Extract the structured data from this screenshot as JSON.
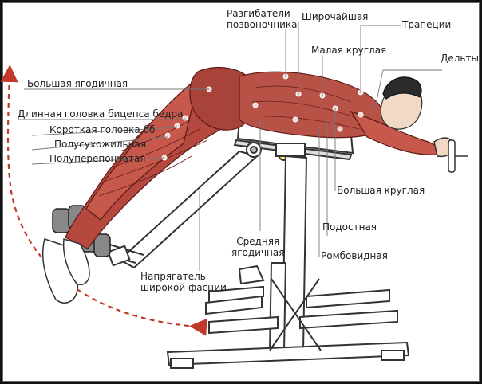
{
  "labels": {
    "erector": "Разгибатели\nпозвоночника",
    "latissimus": "Широчайшая",
    "trapezius": "Трапеции",
    "teres_minor": "Малая круглая",
    "deltoids": "Дельты",
    "gluteus_maximus": "Большая ягодичная",
    "biceps_long": "Длинная головка бицепса бедра",
    "biceps_short": "Короткая головка бб",
    "semitendinosus": "Полусухожильная",
    "semimembranosus": "Полуперепончатая",
    "teres_major": "Большая круглая",
    "infraspinatus": "Подостная",
    "gluteus_medius": "Средняя\nягодичная",
    "rhomboid": "Ромбовидная",
    "tfl": "Напрягатель\nширокой фасции"
  },
  "colors": {
    "muscle": "#b5493f",
    "muscle_dark": "#7a2a24",
    "arrow": "#c0392b",
    "bench_outline": "#333333",
    "leader": "#777777"
  }
}
